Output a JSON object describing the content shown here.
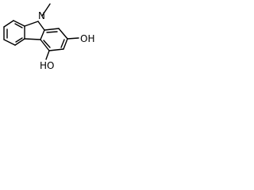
{
  "molecule": {
    "labels": {
      "nitrogen": "N",
      "hydroxyl_top": "OH",
      "hydroxyl_bottom": "HO"
    }
  },
  "colors": {
    "bond": "#000000",
    "background": "#ffffff"
  }
}
